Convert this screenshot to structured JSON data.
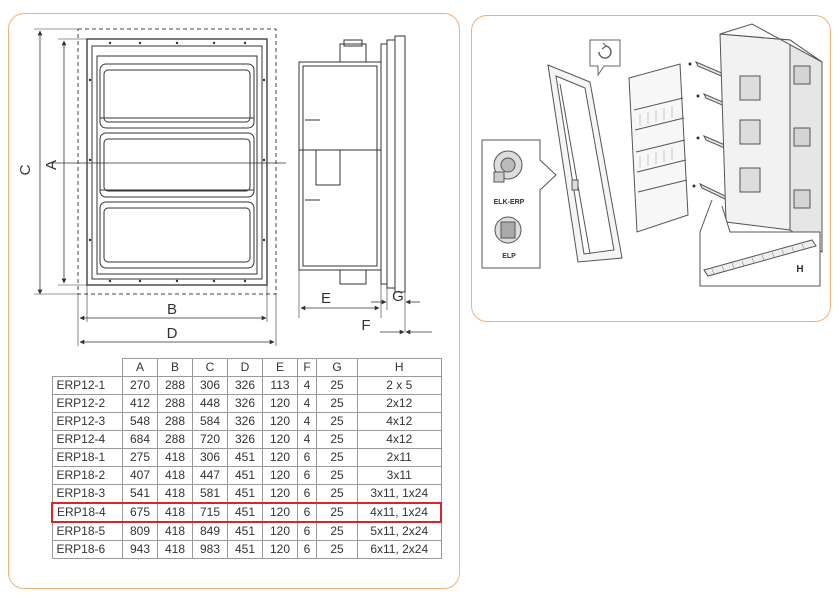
{
  "drawing": {
    "labels": {
      "a": "A",
      "b": "B",
      "c": "C",
      "d": "D",
      "e": "E",
      "f": "F",
      "g": "G"
    }
  },
  "exploded_view": {
    "rotate_icon": "rotate-icon",
    "lock_labels": [
      "ELK-ERP",
      "ELP"
    ],
    "strip_label": "H"
  },
  "table": {
    "headers": [
      "A",
      "B",
      "C",
      "D",
      "E",
      "F",
      "G",
      "H"
    ],
    "highlighted_row": 7,
    "highlight_color": "#d9262b",
    "rows": [
      [
        "ERP12-1",
        "270",
        "288",
        "306",
        "326",
        "113",
        "4",
        "25",
        "2 x 5"
      ],
      [
        "ERP12-2",
        "412",
        "288",
        "448",
        "326",
        "120",
        "4",
        "25",
        "2x12"
      ],
      [
        "ERP12-3",
        "548",
        "288",
        "584",
        "326",
        "120",
        "4",
        "25",
        "4x12"
      ],
      [
        "ERP12-4",
        "684",
        "288",
        "720",
        "326",
        "120",
        "4",
        "25",
        "4x12"
      ],
      [
        "ERP18-1",
        "275",
        "418",
        "306",
        "451",
        "120",
        "6",
        "25",
        "2x11"
      ],
      [
        "ERP18-2",
        "407",
        "418",
        "447",
        "451",
        "120",
        "6",
        "25",
        "3x11"
      ],
      [
        "ERP18-3",
        "541",
        "418",
        "581",
        "451",
        "120",
        "6",
        "25",
        "3x11, 1x24"
      ],
      [
        "ERP18-4",
        "675",
        "418",
        "715",
        "451",
        "120",
        "6",
        "25",
        "4x11, 1x24"
      ],
      [
        "ERP18-5",
        "809",
        "418",
        "849",
        "451",
        "120",
        "6",
        "25",
        "5x11, 2x24"
      ],
      [
        "ERP18-6",
        "943",
        "418",
        "983",
        "451",
        "120",
        "6",
        "25",
        "6x11, 2x24"
      ]
    ]
  },
  "colors": {
    "panel_border": "#f0b27a",
    "line": "#333333"
  }
}
